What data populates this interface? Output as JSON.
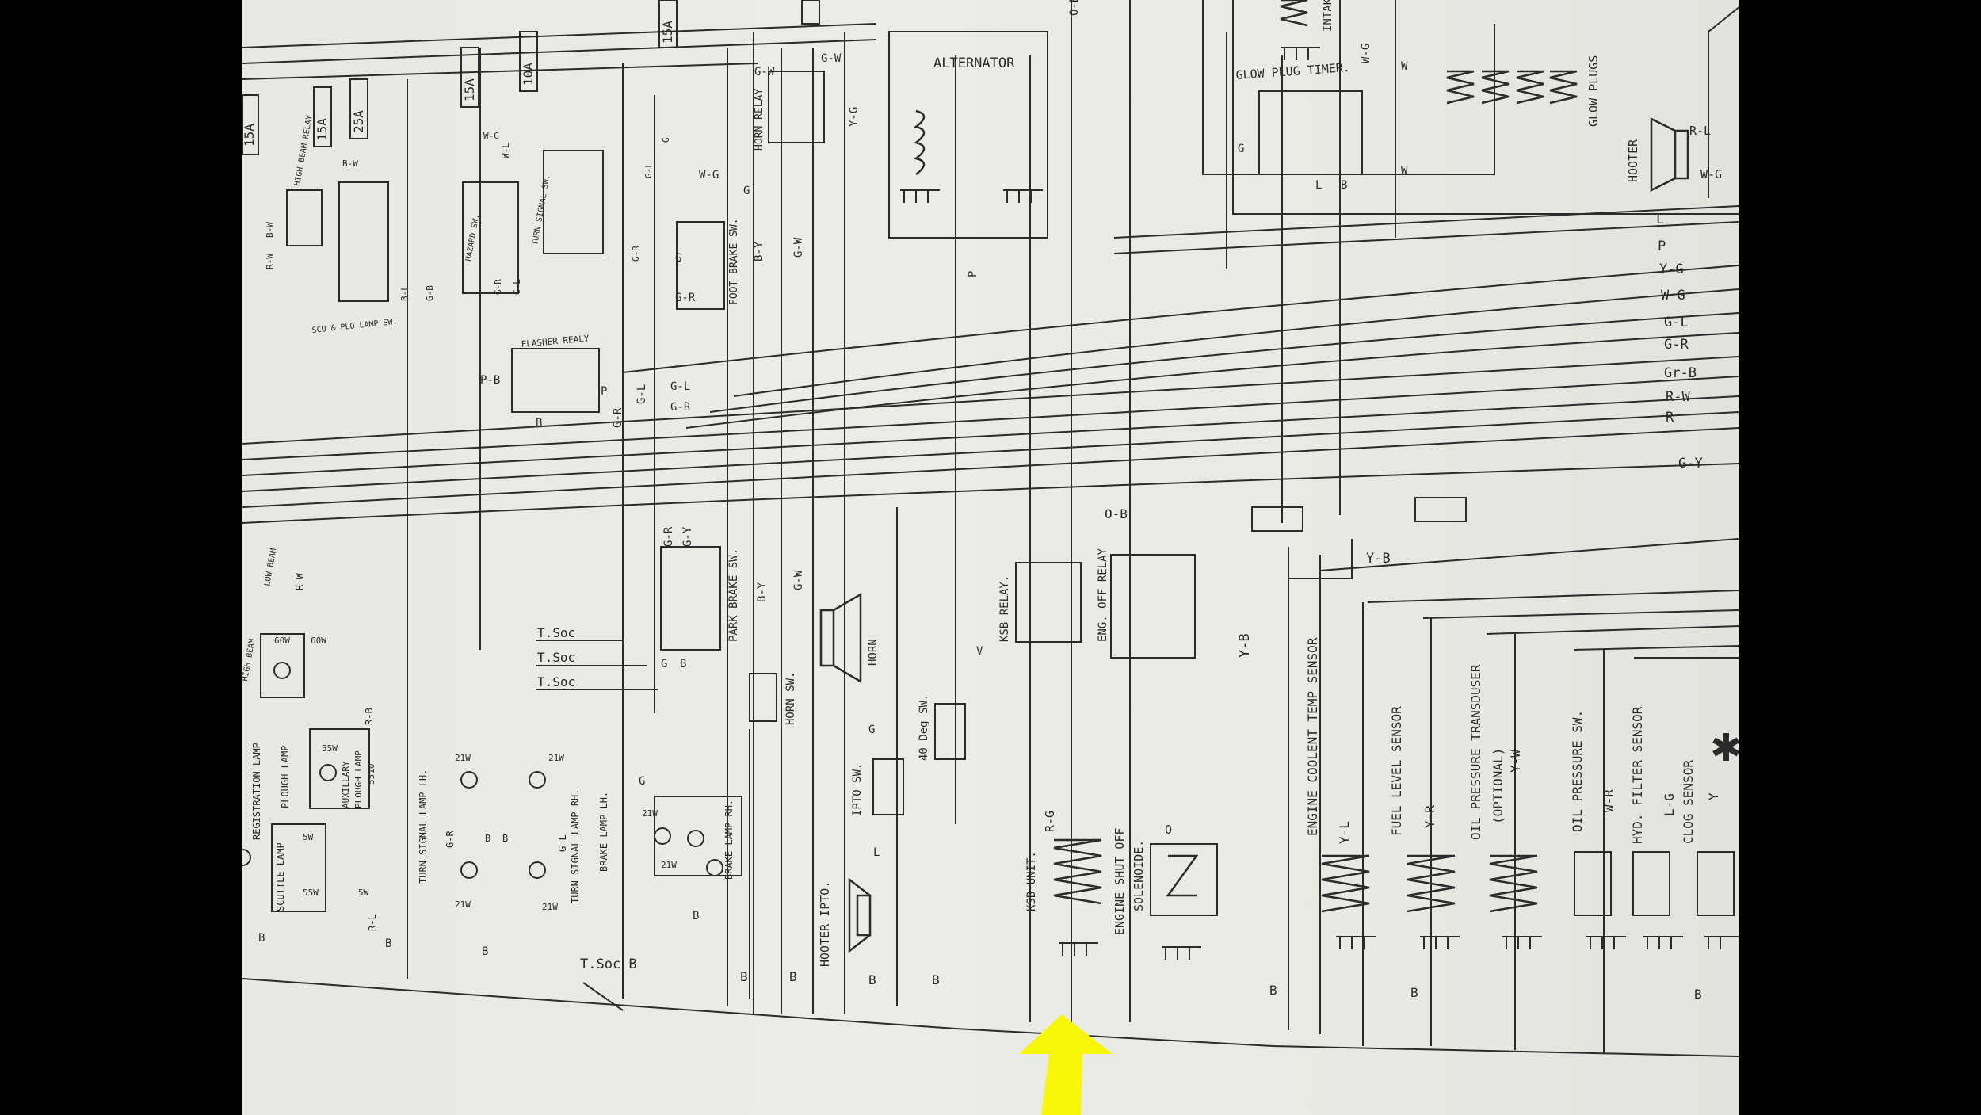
{
  "fuses": [
    "15A",
    "15A",
    "25A",
    "15A",
    "10A",
    "15A"
  ],
  "components": {
    "alternator": "ALTERNATOR",
    "glow_plug_timer": "GLOW PLUG TIMER.",
    "glow_plugs": "GLOW PLUGS",
    "intake": "INTAKE",
    "hooter": "HOOTER",
    "horn_relay": "HORN RELAY",
    "foot_brake_sw": "FOOT BRAKE SW.",
    "park_brake_sw": "PARK BRAKE SW.",
    "horn": "HORN",
    "horn_sw": "HORN SW.",
    "ipto_sw": "IPTO SW.",
    "hooter_ipto": "HOOTER IPTO.",
    "deg_sw": "40 Deg SW.",
    "ksb_relay": "KSB RELAY.",
    "eng_off_relay": "ENG. OFF RELAY",
    "ksb_unit": "KSB UNIT.",
    "engine_shut_off_1": "ENGINE SHUT OFF",
    "engine_shut_off_2": "SOLENOIDE.",
    "coolant_sensor": "ENGINE COOLENT TEMP SENSOR",
    "fuel_sensor": "FUEL LEVEL SENSOR",
    "oil_transducer_1": "OIL PRESSURE TRANSDUSER",
    "oil_transducer_2": "(OPTIONAL)",
    "oil_pressure_sw": "OIL PRESSURE SW.",
    "hyd_filter": "HYD. FILTER SENSOR",
    "clog_sensor": "CLOG SENSOR",
    "flasher_relay": "FLASHER REALY",
    "hazard_sw": "HAZARD SW.",
    "turn_signal_sw": "TURN SIGNAL SW.",
    "high_beam_relay": "HIGH BEAM RELAY",
    "low_beam": "LOW BEAM",
    "high_beam": "HIGH BEAM",
    "scu_plo_lamp": "SCU & PLO LAMP SW.",
    "registration_lamp": "REGISTRATION LAMP",
    "scuttle_lamp": "SCUTTLE LAMP",
    "plough_lamp": "PLOUGH LAMP",
    "aux_plough_1": "AUXILLARY",
    "aux_plough_2": "PLOUGH LAMP",
    "aux_plough_3": "5510",
    "turn_lamp_lh": "TURN SIGNAL LAMP LH.",
    "turn_lamp_rh": "TURN SIGNAL LAMP RH.",
    "brake_lamp_lh": "BRAKE LAMP LH.",
    "brake_lamp_rh": "BRAKE LAMP RH.",
    "tsoc": "T.Soc",
    "tsoc_b": "T.Soc B"
  },
  "bus_wires": [
    "L",
    "P",
    "Y-G",
    "W-G",
    "G-L",
    "G-R",
    "Gr-B",
    "R-W",
    "R",
    "G-Y"
  ],
  "wire_labels": {
    "gw": "G-W",
    "g": "G",
    "yg": "Y-G",
    "wg": "W-G",
    "gr": "G-R",
    "gl": "G-L",
    "by": "B-Y",
    "gy": "G-Y",
    "pb": "P-B",
    "b": "B",
    "p": "P",
    "ob": "O-B",
    "yb": "Y-B",
    "v": "V",
    "rg": "R-G",
    "o": "O",
    "yl": "Y-L",
    "yr": "Y-R",
    "yw": "Y-W",
    "wr": "W-R",
    "lg": "L-G",
    "y": "Y",
    "l": "L",
    "rl": "R-L",
    "w": "W",
    "rb": "R-B",
    "bw": "B-W",
    "rw": "R-W",
    "bl": "B-L",
    "gb": "G-B",
    "wl": "W-L"
  },
  "ratings": {
    "w21": "21W",
    "w5": "5W",
    "w55": "55W",
    "w60": "60W"
  },
  "colors": {
    "line": "#2b2b2b",
    "paper": "#e8e9e2",
    "arrow": "#f7f707"
  }
}
